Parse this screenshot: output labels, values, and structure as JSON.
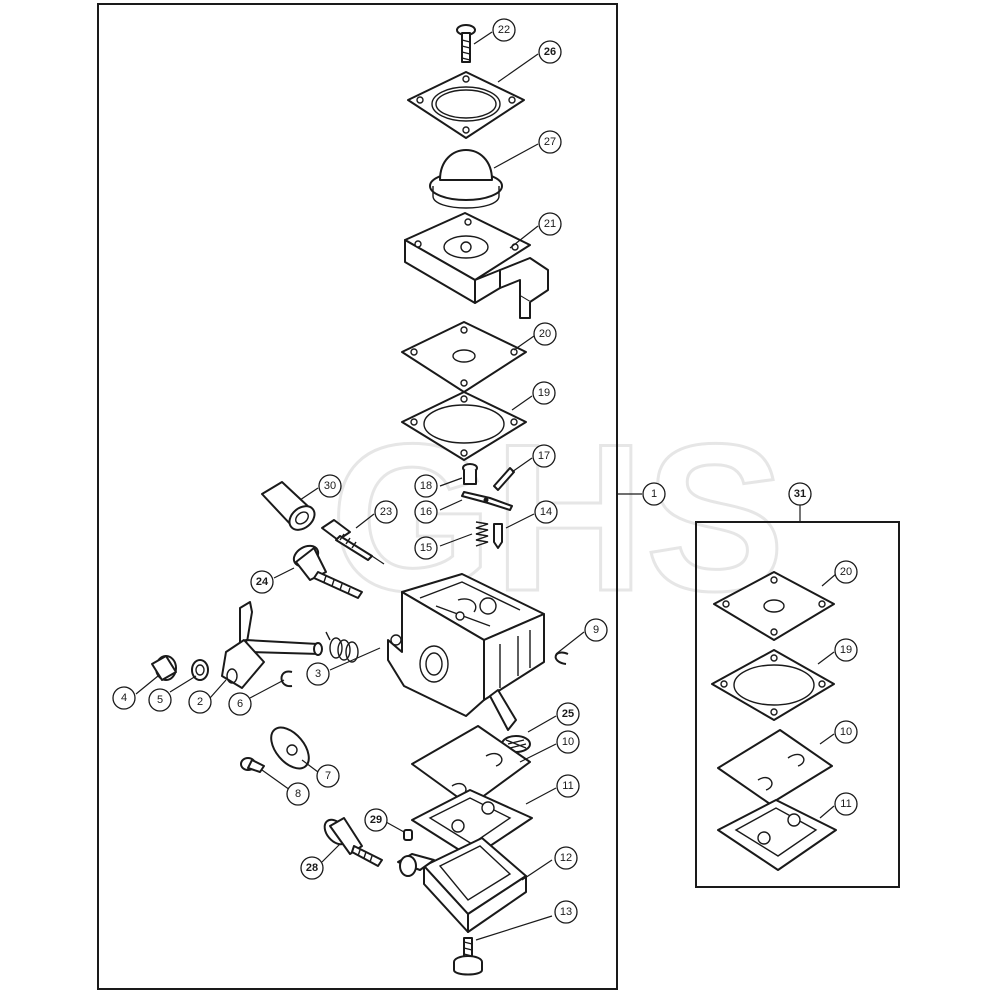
{
  "watermark": {
    "text": "GHS"
  },
  "callouts": [
    {
      "id": "c22",
      "label": "22",
      "bold": false
    },
    {
      "id": "c26",
      "label": "26",
      "bold": true
    },
    {
      "id": "c27",
      "label": "27",
      "bold": false
    },
    {
      "id": "c21",
      "label": "21",
      "bold": false
    },
    {
      "id": "c20",
      "label": "20",
      "bold": false
    },
    {
      "id": "c19",
      "label": "19",
      "bold": false
    },
    {
      "id": "c17",
      "label": "17",
      "bold": false
    },
    {
      "id": "c18",
      "label": "18",
      "bold": false
    },
    {
      "id": "c16",
      "label": "16",
      "bold": false
    },
    {
      "id": "c14",
      "label": "14",
      "bold": false
    },
    {
      "id": "c15",
      "label": "15",
      "bold": false
    },
    {
      "id": "c30",
      "label": "30",
      "bold": false
    },
    {
      "id": "c23",
      "label": "23",
      "bold": false
    },
    {
      "id": "c24",
      "label": "24",
      "bold": true
    },
    {
      "id": "c1",
      "label": "1",
      "bold": false
    },
    {
      "id": "c9",
      "label": "9",
      "bold": false
    },
    {
      "id": "c3",
      "label": "3",
      "bold": false
    },
    {
      "id": "c4",
      "label": "4",
      "bold": false
    },
    {
      "id": "c5",
      "label": "5",
      "bold": false
    },
    {
      "id": "c2",
      "label": "2",
      "bold": false
    },
    {
      "id": "c6",
      "label": "6",
      "bold": false
    },
    {
      "id": "c25",
      "label": "25",
      "bold": true
    },
    {
      "id": "c10",
      "label": "10",
      "bold": false
    },
    {
      "id": "c7",
      "label": "7",
      "bold": false
    },
    {
      "id": "c8",
      "label": "8",
      "bold": false
    },
    {
      "id": "c11",
      "label": "11",
      "bold": false
    },
    {
      "id": "c29",
      "label": "29",
      "bold": true
    },
    {
      "id": "c28",
      "label": "28",
      "bold": true
    },
    {
      "id": "c12",
      "label": "12",
      "bold": false
    },
    {
      "id": "c13",
      "label": "13",
      "bold": false
    },
    {
      "id": "c31",
      "label": "31",
      "bold": true
    },
    {
      "id": "k20",
      "label": "20",
      "bold": false
    },
    {
      "id": "k19",
      "label": "19",
      "bold": false
    },
    {
      "id": "k10",
      "label": "10",
      "bold": false
    },
    {
      "id": "k11",
      "label": "11",
      "bold": false
    }
  ]
}
